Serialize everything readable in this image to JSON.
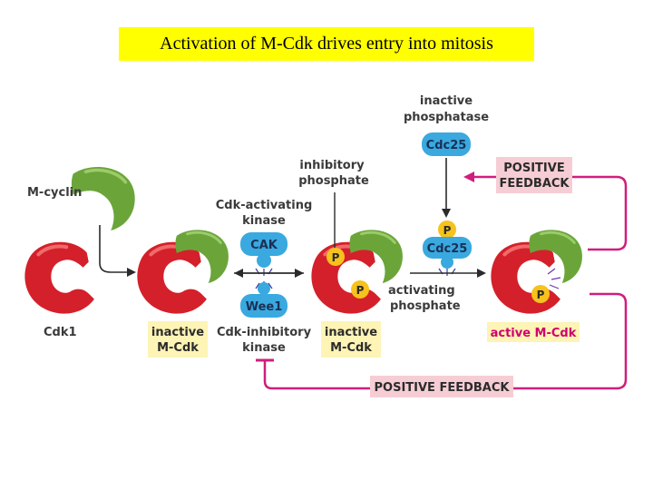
{
  "title": "Activation of M-Cdk drives entry into mitosis",
  "labels": {
    "m_cyclin": "M-cyclin",
    "cdk1": "Cdk1",
    "inactive_phosphatase_1": "inactive",
    "inactive_phosphatase_2": "phosphatase",
    "cdc25": "Cdc25",
    "inhibitory_phosphate_1": "inhibitory",
    "inhibitory_phosphate_2": "phosphate",
    "cdk_activating_kinase_1": "Cdk-activating",
    "cdk_activating_kinase_2": "kinase",
    "cak": "CAK",
    "wee1": "Wee1",
    "cdk_inhibitory_kinase_1": "Cdk-inhibitory",
    "cdk_inhibitory_kinase_2": "kinase",
    "inactive_mcdk_1a": "inactive",
    "inactive_mcdk_1b": "M-Cdk",
    "inactive_mcdk_2a": "inactive",
    "inactive_mcdk_2b": "M-Cdk",
    "activating_phosphate_1": "activating",
    "activating_phosphate_2": "phosphate",
    "active_mcdk": "active M-Cdk",
    "positive_feedback_top_1": "POSITIVE",
    "positive_feedback_top_2": "FEEDBACK",
    "positive_feedback_bottom": "POSITIVE FEEDBACK",
    "p": "P"
  },
  "colors": {
    "title_bg": "#ffff00",
    "cdk_red": "#d4202a",
    "cyclin_green": "#6ba53a",
    "enzyme_blue": "#39a9df",
    "phosphate_yellow": "#f6c21c",
    "label_bg_yellow": "#fdf4b5",
    "feedback_bg_pink": "#f6cdd4",
    "feedback_line": "#cf1f7c"
  }
}
